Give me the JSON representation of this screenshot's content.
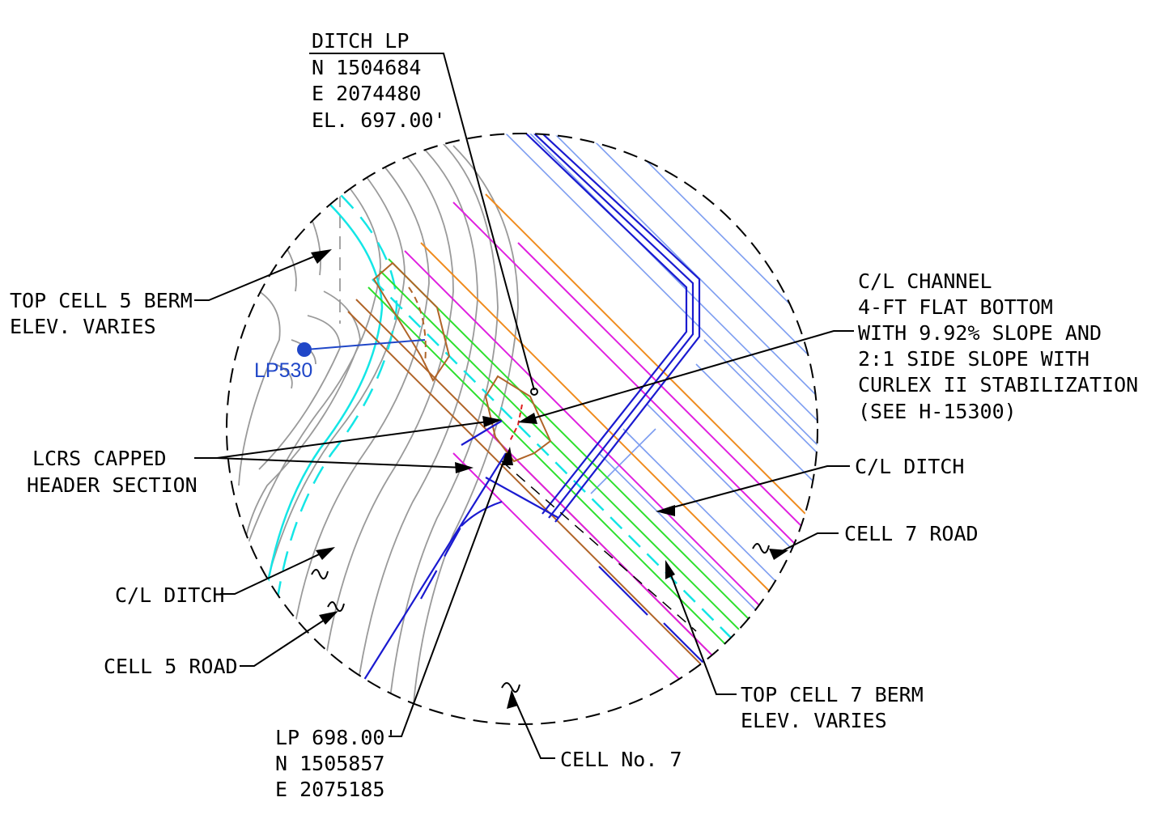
{
  "labels": {
    "ditch_lp": [
      "DITCH LP",
      "N 1504684",
      "E 2074480",
      "EL. 697.00'"
    ],
    "top_cell5_berm": [
      "TOP CELL 5 BERM",
      "ELEV. VARIES"
    ],
    "lp530": "LP530",
    "lcrs": [
      "LCRS CAPPED",
      "HEADER SECTION"
    ],
    "cl_ditch_left": "C/L DITCH",
    "cell5_road": "CELL 5 ROAD",
    "lp_698": [
      "LP 698.00'",
      "N 1505857",
      "E 2075185"
    ],
    "cell_no7": "CELL No. 7",
    "top_cell7_berm": [
      "TOP CELL 7 BERM",
      "ELEV. VARIES"
    ],
    "cell7_road": "CELL 7 ROAD",
    "cl_ditch_right": "C/L DITCH",
    "cl_channel": [
      "C/L CHANNEL",
      "4-FT FLAT BOTTOM",
      "WITH 9.92% SLOPE AND",
      "2:1 SIDE SLOPE WITH",
      "CURLEX II STABILIZATION",
      "(SEE H-15300)"
    ]
  },
  "colors": {
    "contour_gray": "#9a9a9a",
    "hatch_blue": "#7b9cf0",
    "orange": "#f08c1e",
    "magenta": "#e020e0",
    "green": "#2de02d",
    "brown": "#b06428",
    "cyan": "#14e6e6",
    "navy": "#1a1ad0",
    "point_blue": "#2047c8"
  }
}
